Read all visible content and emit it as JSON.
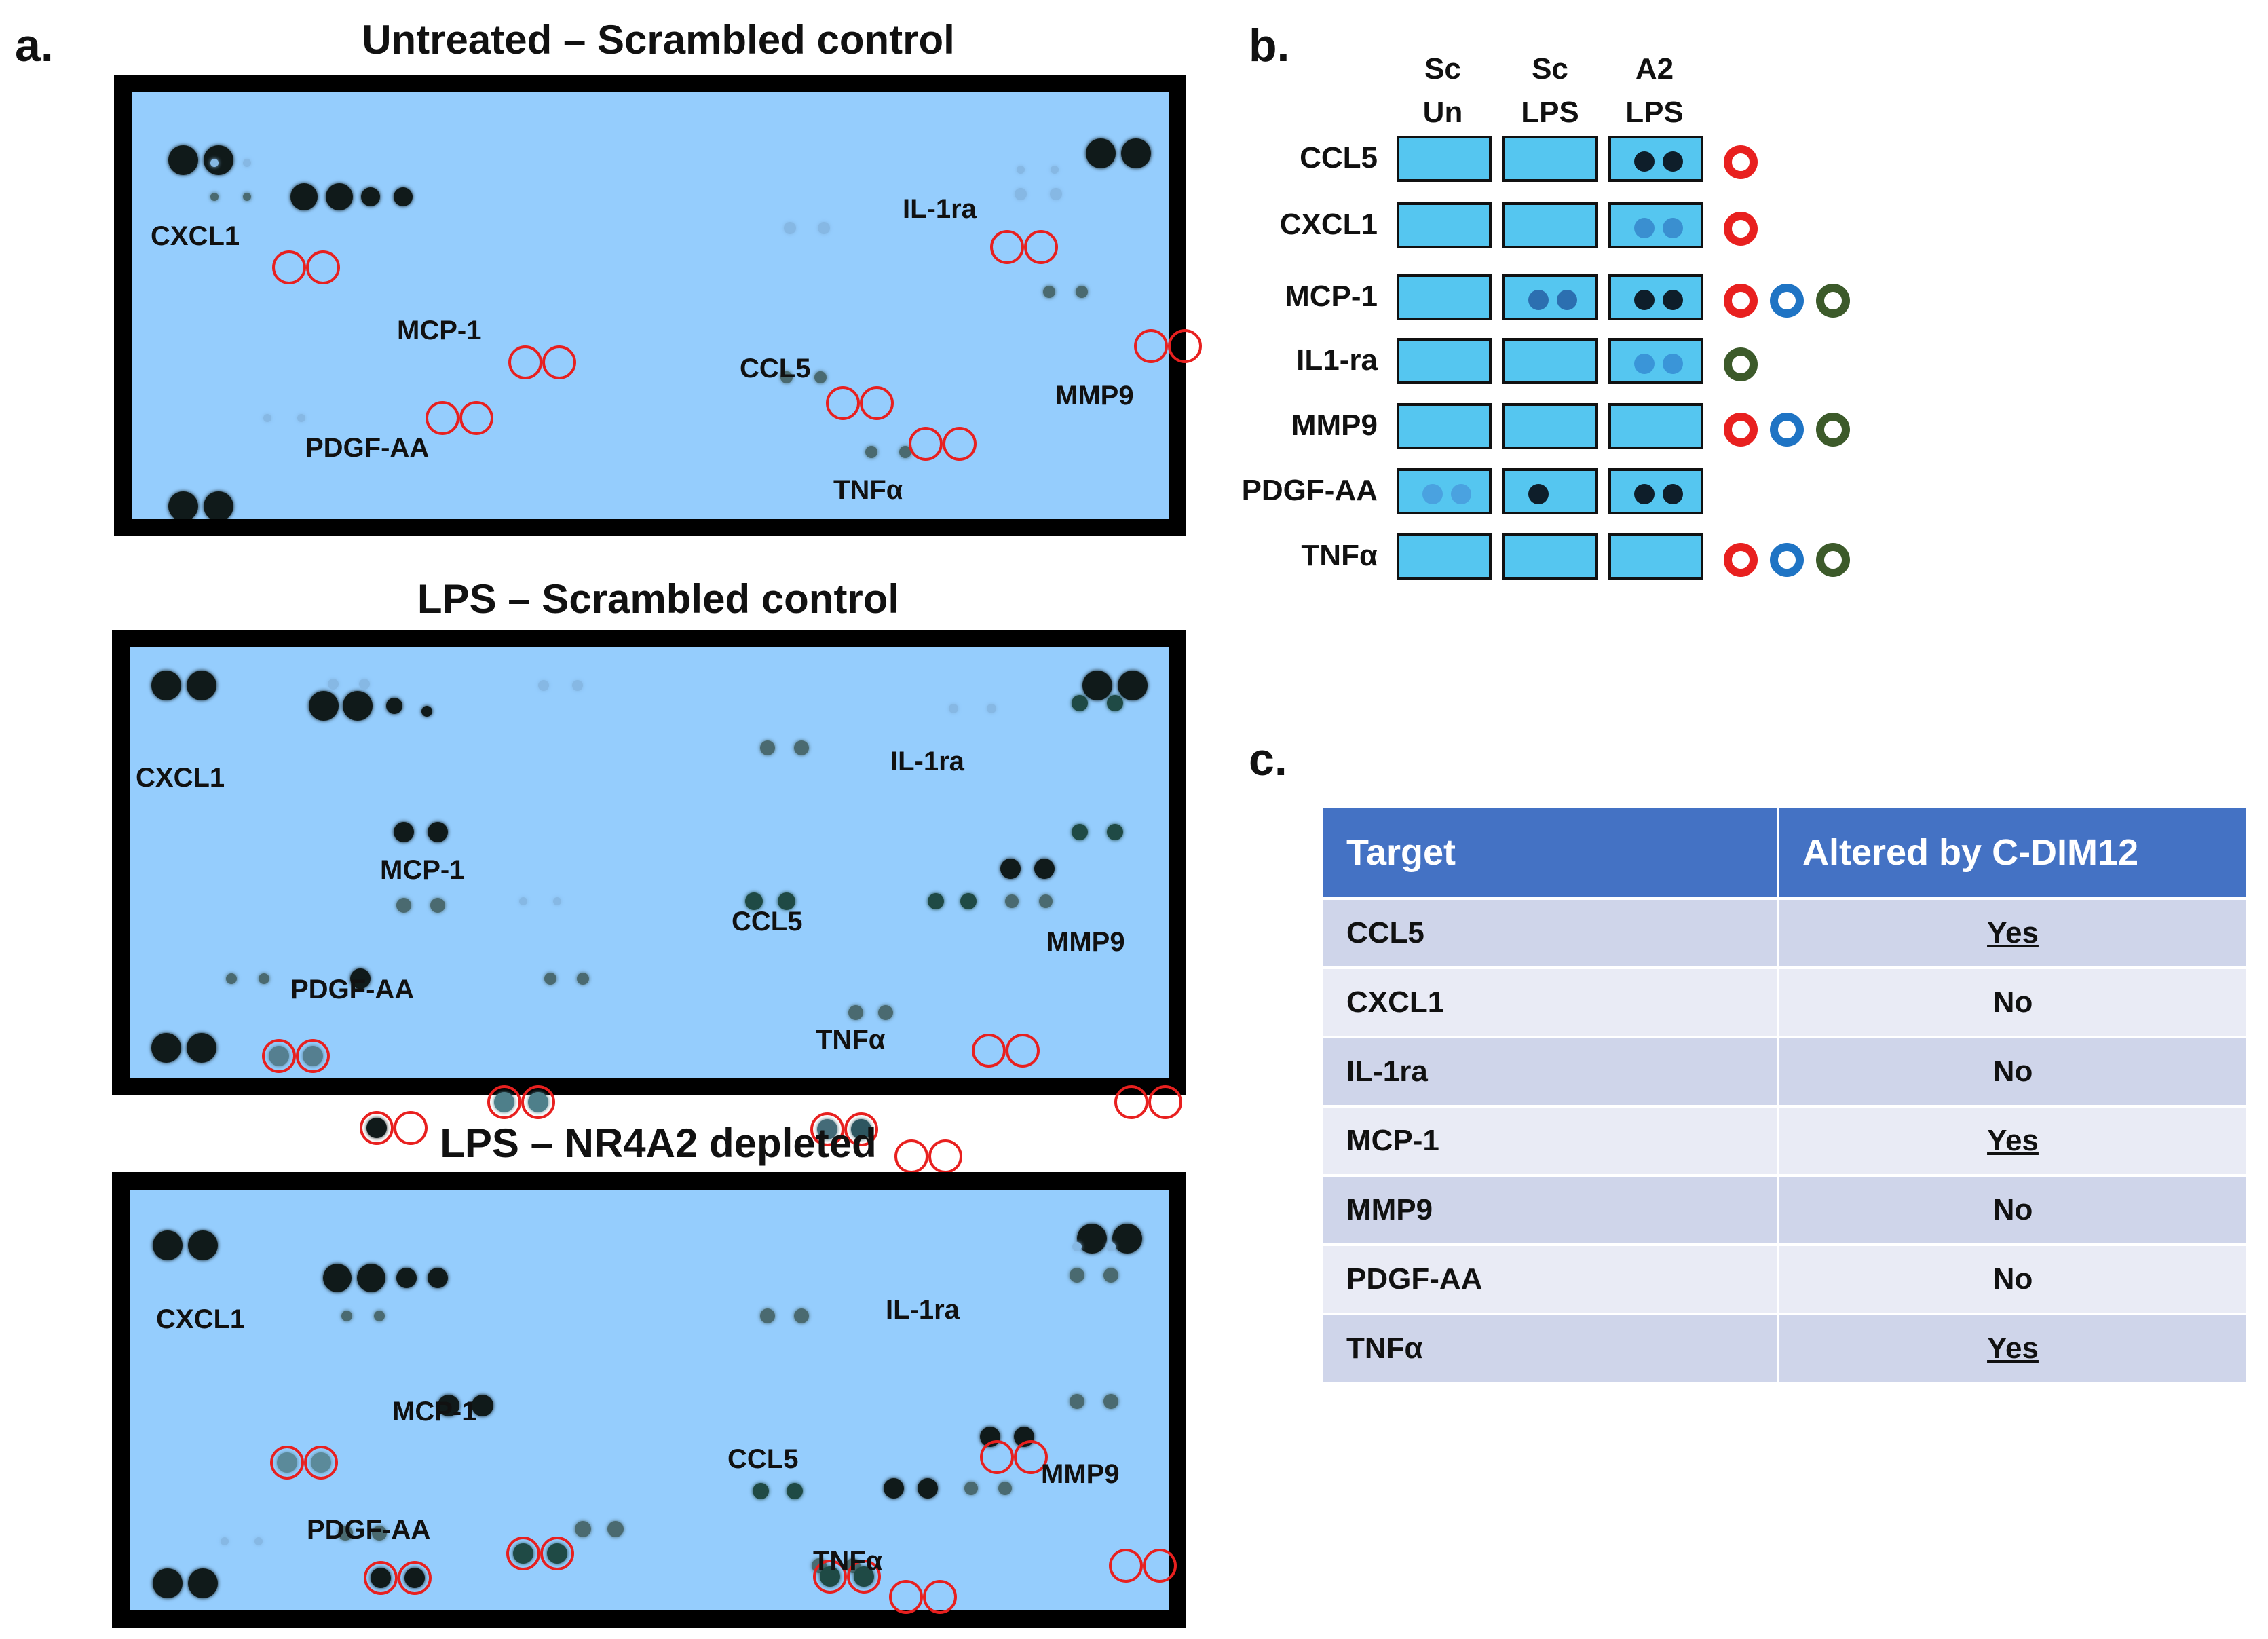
{
  "panel_a": {
    "letter": "a.",
    "blots": [
      {
        "title": "Untreated – Scrambled control",
        "labels": [
          "CXCL1",
          "MCP-1",
          "IL-1ra",
          "CCL5",
          "MMP9",
          "PDGF-AA",
          "TNFα"
        ]
      },
      {
        "title": "LPS – Scrambled control",
        "labels": [
          "CXCL1",
          "MCP-1",
          "IL-1ra",
          "CCL5",
          "MMP9",
          "PDGF-AA",
          "TNFα"
        ]
      },
      {
        "title": "LPS – NR4A2 depleted",
        "labels": [
          "CXCL1",
          "MCP-1",
          "IL-1ra",
          "CCL5",
          "MMP9",
          "PDGF-AA",
          "TNFα"
        ]
      }
    ]
  },
  "panel_b": {
    "letter": "b.",
    "columns": [
      {
        "line1": "Sc",
        "line2": "Un"
      },
      {
        "line1": "Sc",
        "line2": "LPS"
      },
      {
        "line1": "A2",
        "line2": "LPS"
      }
    ],
    "rows": [
      "CCL5",
      "CXCL1",
      "MCP-1",
      "IL1-ra",
      "MMP9",
      "PDGF-AA",
      "TNFα"
    ],
    "marker_colors": {
      "red": "#e8201f",
      "blue": "#1f74c4",
      "green": "#3c5a2a"
    }
  },
  "panel_c": {
    "letter": "c.",
    "headers": [
      "Target",
      "Altered by C-DIM12"
    ],
    "rows": [
      {
        "target": "CCL5",
        "altered": "Yes"
      },
      {
        "target": "CXCL1",
        "altered": "No"
      },
      {
        "target": "IL-1ra",
        "altered": "No"
      },
      {
        "target": "MCP-1",
        "altered": "Yes"
      },
      {
        "target": "MMP9",
        "altered": "No"
      },
      {
        "target": "PDGF-AA",
        "altered": "No"
      },
      {
        "target": "TNFα",
        "altered": "Yes"
      }
    ]
  }
}
